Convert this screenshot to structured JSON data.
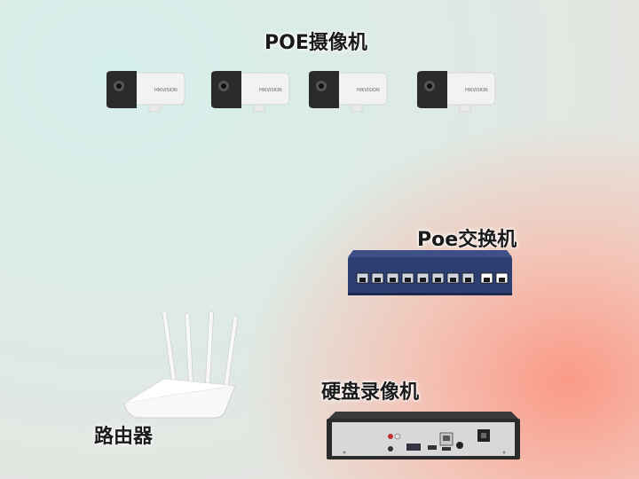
{
  "labels": {
    "cameras": "POE摄像机",
    "switch": "Poe交换机",
    "nvr": "硬盘录像机",
    "router": "路由器"
  },
  "cameras": [
    {
      "brand": "HIKVISION"
    },
    {
      "brand": "HIKVISION"
    },
    {
      "brand": "HIKVISION"
    },
    {
      "brand": "HIKVISION"
    }
  ],
  "switch": {
    "ports": 10,
    "color": "#2c3e72"
  },
  "colors": {
    "camera_body": "#f4f4f4",
    "camera_front": "#2a2a2a",
    "nvr_body": "#2b2b2b"
  }
}
